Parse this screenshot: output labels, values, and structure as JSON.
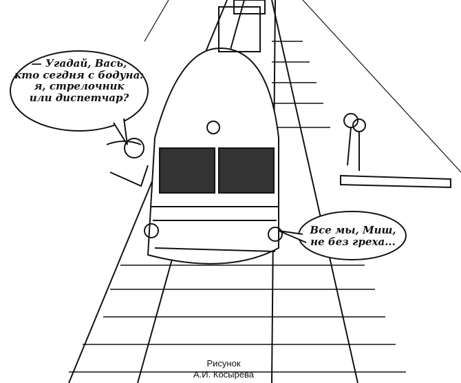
{
  "speech_bubbles": {
    "left": {
      "lines": [
        "— Угадай, Вась,",
        "кто сегдня с бодуна:",
        "я, стрелочник",
        "или диспетчар?"
      ]
    },
    "right": {
      "lines": [
        "Все мы, Миш,",
        "не без греха..."
      ]
    }
  },
  "signature": {
    "line1": "Рисунок",
    "line2": "А.И. Косырева"
  }
}
